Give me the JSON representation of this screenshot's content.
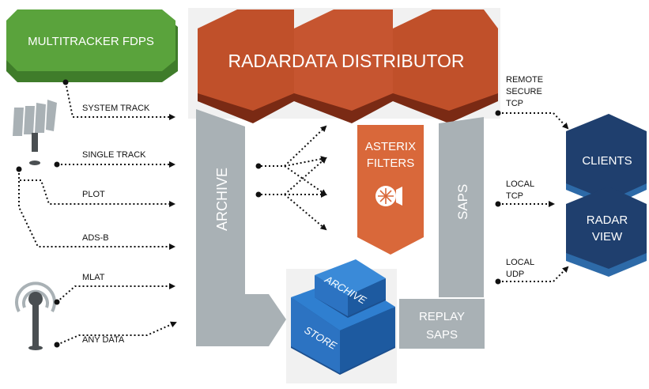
{
  "diagram": {
    "multitracker_label": "MULTITRACKER FDPS",
    "distributor_label": "RADARDATA DISTRIBUTOR",
    "archive_label": "ARCHIVE",
    "saps_label": "SAPS",
    "asterix_line1": "ASTERIX",
    "asterix_line2": "FILTERS",
    "inputs": [
      "SYSTEM TRACK",
      "SINGLE TRACK",
      "PLOT",
      "ADS-B",
      "MLAT",
      "ANY DATA"
    ],
    "remote_line1": "REMOTE",
    "remote_line2": "SECURE",
    "remote_line3": "TCP",
    "local_tcp_line1": "LOCAL",
    "local_tcp_line2": "TCP",
    "local_udp_line1": "LOCAL",
    "local_udp_line2": "UDP",
    "clients_label": "CLIENTS",
    "radarview_line1": "RADAR",
    "radarview_line2": "VIEW",
    "store_top_label": "ARCHIVE",
    "store_bottom_label": "STORE",
    "replay_line1": "REPLAY",
    "replay_line2": "SAPS"
  },
  "colors": {
    "green": "#5aa33c",
    "orange_red": "#c0502a",
    "asterix_orange": "#d9683a",
    "gray_block": "#a9b1b5",
    "navy": "#1f3f6e",
    "blue_store": "#2c73c2",
    "dark_icon": "#4a4f52"
  }
}
